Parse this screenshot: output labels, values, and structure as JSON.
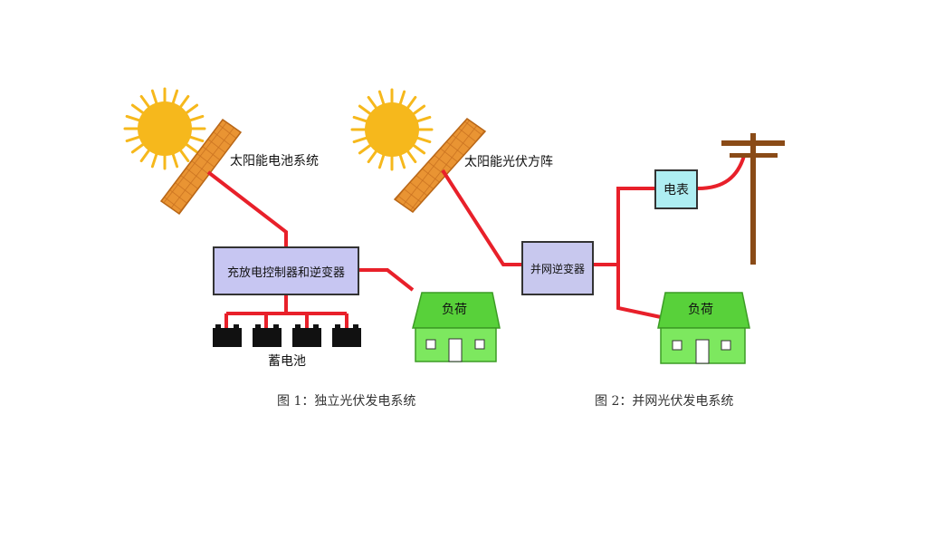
{
  "system1": {
    "panel_label": "太阳能电池系统",
    "controller_label": "充放电控制器和逆变器",
    "battery_label": "蓄电池",
    "load_label": "负荷",
    "caption": "图 1：独立光伏发电系统"
  },
  "system2": {
    "panel_label": "太阳能光伏方阵",
    "inverter_label": "并网逆变器",
    "meter_label": "电表",
    "load_label": "负荷",
    "caption": "图 2：并网光伏发电系统"
  },
  "colors": {
    "wire": "#e8202a",
    "sun": "#f6b81c",
    "panel": "#e99433",
    "controller_fill": "#c7c6f2",
    "inverter_fill": "#c8c8ee",
    "meter_fill": "#aeeef2",
    "house_wall": "#7de85f",
    "house_roof": "#58d13a",
    "battery": "#111111",
    "pole": "#8a4b17"
  }
}
